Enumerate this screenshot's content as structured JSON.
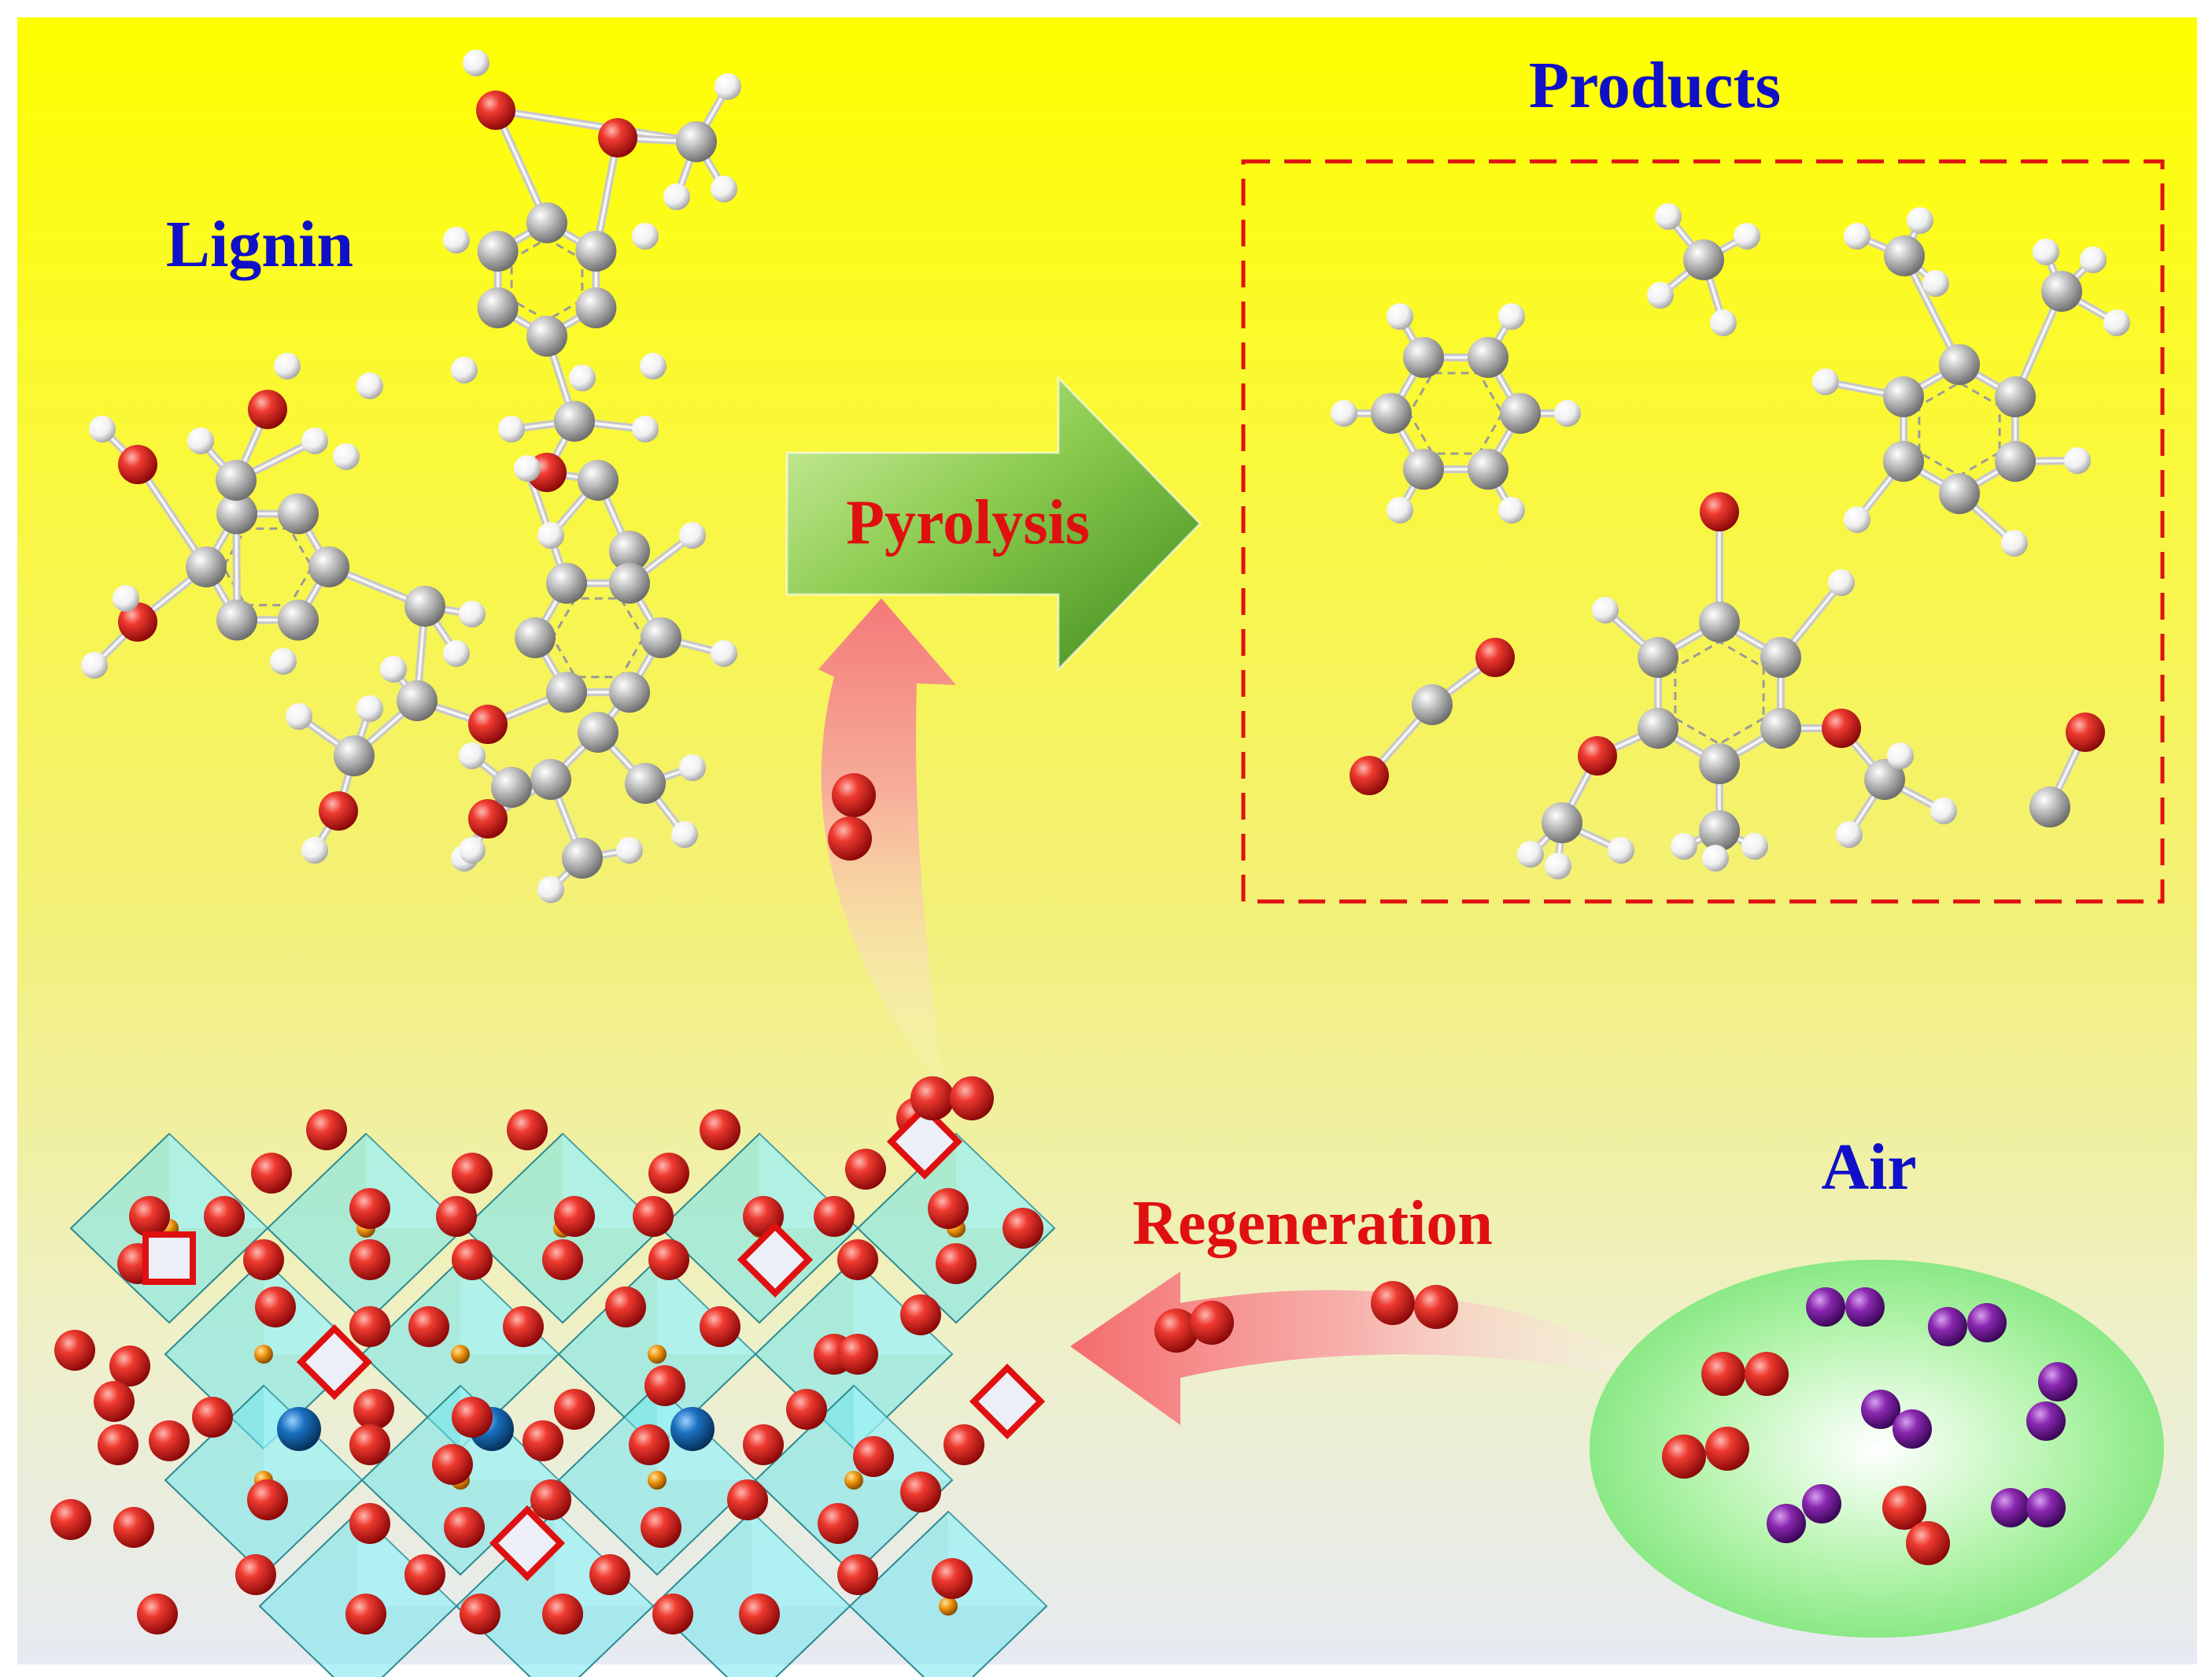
{
  "labels": {
    "lignin": "Lignin",
    "products": "Products",
    "pyrolysis": "Pyrolysis",
    "regeneration": "Regeneration",
    "air": "Air"
  },
  "colors": {
    "label_blue": "#1010c8",
    "label_red": "#e01010",
    "oxygen": "#e02020",
    "carbon": "#b0b0b0",
    "hydrogen": "#f4f4f4",
    "nitrogen": "#7a1a9a",
    "cation_a": "#1a6ab0",
    "cation_b": "#e08a10",
    "octahedron": "#6fe6ea",
    "vacancy_outline": "#e01010",
    "background_top": "#ffff10",
    "background_bottom": "#e8ecf4",
    "air_bubble": "#7ee87a",
    "pyrolysis_arrow": "#6aaa30"
  }
}
